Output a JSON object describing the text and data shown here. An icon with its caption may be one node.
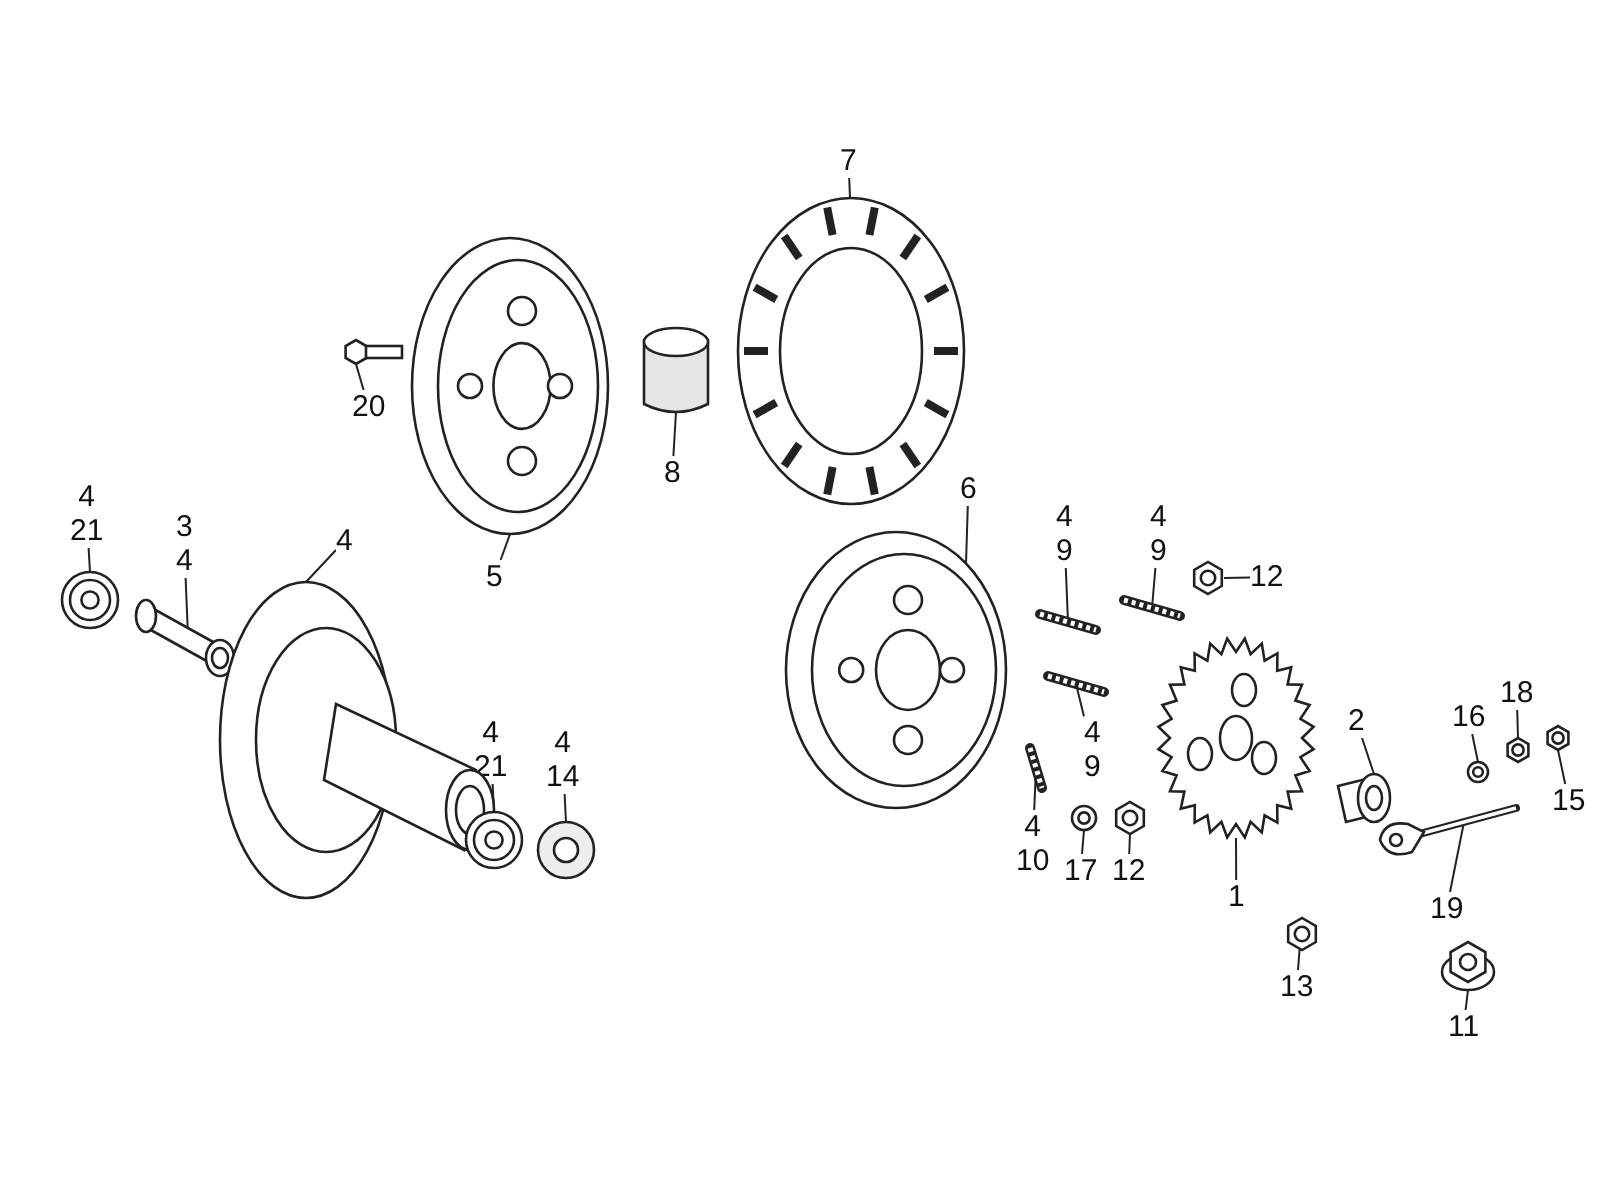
{
  "diagram": {
    "nodes": [
      {
        "text": [
          "4",
          "21"
        ]
      },
      {
        "text": [
          "3",
          "4"
        ]
      },
      {
        "text": [
          "4"
        ]
      },
      {
        "text": [
          "4",
          "21"
        ]
      },
      {
        "text": [
          "4",
          "14"
        ]
      },
      {
        "text": [
          "20"
        ]
      },
      {
        "text": [
          "5"
        ]
      },
      {
        "text": [
          "8"
        ]
      },
      {
        "text": [
          "7"
        ]
      },
      {
        "text": [
          "6"
        ]
      },
      {
        "text": [
          "12"
        ]
      },
      {
        "text": [
          "4",
          "9"
        ]
      },
      {
        "text": [
          "4",
          "9"
        ]
      },
      {
        "text": [
          "4",
          "9"
        ]
      },
      {
        "text": [
          "4",
          "10"
        ]
      },
      {
        "text": [
          "17"
        ]
      },
      {
        "text": [
          "12"
        ]
      },
      {
        "text": [
          "1"
        ]
      },
      {
        "text": [
          "2"
        ]
      },
      {
        "text": [
          "13"
        ]
      },
      {
        "text": [
          "19"
        ]
      },
      {
        "text": [
          "16"
        ]
      },
      {
        "text": [
          "18"
        ]
      },
      {
        "text": [
          "15"
        ]
      },
      {
        "text": [
          "11"
        ]
      },
      {
        "text": [],
        "shape": "picture"
      },
      {
        "text": [],
        "shape": "picture"
      },
      {
        "text": [],
        "shape": "picture"
      },
      {
        "text": [],
        "shape": "picture"
      },
      {
        "text": [],
        "shape": "picture"
      },
      {
        "text": [],
        "shape": "picture"
      },
      {
        "text": [],
        "shape": "picture"
      },
      {
        "text": [],
        "shape": "picture"
      },
      {
        "text": [],
        "shape": "picture"
      },
      {
        "text": [],
        "shape": "picture"
      },
      {
        "text": [],
        "shape": "picture"
      },
      {
        "text": [],
        "shape": "picture"
      },
      {
        "text": [],
        "shape": "picture"
      },
      {
        "text": [],
        "shape": "picture"
      },
      {
        "text": [],
        "shape": "picture"
      },
      {
        "text": [],
        "shape": "picture"
      },
      {
        "text": [],
        "shape": "picture"
      },
      {
        "text": [],
        "shape": "picture"
      },
      {
        "text": [],
        "shape": "picture"
      },
      {
        "text": [],
        "shape": "picture"
      },
      {
        "text": [],
        "shape": "picture"
      },
      {
        "text": [],
        "shape": "picture"
      },
      {
        "text": [],
        "shape": "picture"
      },
      {
        "text": [],
        "shape": "picture"
      },
      {
        "text": [],
        "shape": "picture"
      }
    ],
    "edges": [
      {
        "from": 0,
        "to": 25,
        "arrow": "none"
      },
      {
        "from": 1,
        "to": 26,
        "arrow": "none"
      },
      {
        "from": 2,
        "to": 27,
        "arrow": "none"
      },
      {
        "from": 3,
        "to": 28,
        "arrow": "none"
      },
      {
        "from": 4,
        "to": 29,
        "arrow": "none"
      },
      {
        "from": 5,
        "to": 30,
        "arrow": "none"
      },
      {
        "from": 6,
        "to": 31,
        "arrow": "none"
      },
      {
        "from": 7,
        "to": 32,
        "arrow": "none"
      },
      {
        "from": 8,
        "to": 33,
        "arrow": "none"
      },
      {
        "from": 9,
        "to": 34,
        "arrow": "none"
      },
      {
        "from": 10,
        "to": 35,
        "arrow": "none"
      },
      {
        "from": 11,
        "to": 36,
        "arrow": "none"
      },
      {
        "from": 12,
        "to": 37,
        "arrow": "none"
      },
      {
        "from": 13,
        "to": 38,
        "arrow": "none"
      },
      {
        "from": 14,
        "to": 39,
        "arrow": "none"
      },
      {
        "from": 15,
        "to": 40,
        "arrow": "none"
      },
      {
        "from": 16,
        "to": 41,
        "arrow": "none"
      },
      {
        "from": 17,
        "to": 42,
        "arrow": "none"
      },
      {
        "from": 18,
        "to": 43,
        "arrow": "none"
      },
      {
        "from": 19,
        "to": 44,
        "arrow": "none"
      },
      {
        "from": 20,
        "to": 45,
        "arrow": "none"
      },
      {
        "from": 21,
        "to": 46,
        "arrow": "none"
      },
      {
        "from": 22,
        "to": 47,
        "arrow": "none"
      },
      {
        "from": 23,
        "to": 48,
        "arrow": "none"
      },
      {
        "from": 24,
        "to": 49,
        "arrow": "none"
      }
    ]
  }
}
